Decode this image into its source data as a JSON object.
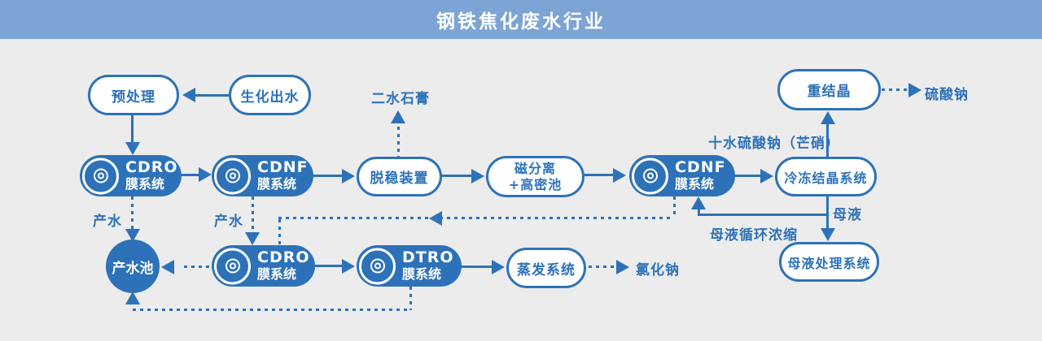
{
  "banner": {
    "title": "钢铁焦化废水行业"
  },
  "colors": {
    "banner_bg": "#7CA4D4",
    "accent_blue": "#2D72B9",
    "canvas_bg": "#ECECEC",
    "node_fill": "#FFFFFF"
  },
  "nodes": {
    "pretreatment": {
      "label": "预处理"
    },
    "bio_effluent": {
      "label": "生化出水"
    },
    "cdro_top": {
      "line1": "CDRO",
      "line2": "膜系统"
    },
    "cdnf_top": {
      "line1": "CDNF",
      "line2": "膜系统"
    },
    "destabilizer": {
      "label": "脱稳装置"
    },
    "magnetic_separation": {
      "line1": "磁分离",
      "line2": "+高密池"
    },
    "cdnf_right": {
      "line1": "CDNF",
      "line2": "膜系统"
    },
    "freeze_crystallization": {
      "label": "冷冻结晶系统"
    },
    "recrystallization": {
      "label": "重结晶"
    },
    "mother_liquor_treatment": {
      "label": "母液处理系统"
    },
    "product_water_pool": {
      "label": "产水池"
    },
    "cdro_bottom": {
      "line1": "CDRO",
      "line2": "膜系统"
    },
    "dtro_bottom": {
      "line1": "DTRO",
      "line2": "膜系统"
    },
    "evaporation": {
      "label": "蒸发系统"
    }
  },
  "labels": {
    "dihydrate_gypsum": "二水石膏",
    "product_water_1": "产水",
    "product_water_2": "产水",
    "sodium_sulfate_decahydrate": "十水硫酸钠（芒硝）",
    "mother_liquor": "母液",
    "mother_liquor_recycle": "母液循环浓缩",
    "sodium_sulfate": "硫酸钠",
    "sodium_chloride": "氯化钠"
  }
}
